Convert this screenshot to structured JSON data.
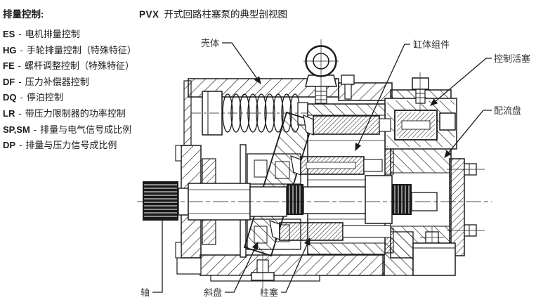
{
  "page": {
    "background": "#ffffff",
    "ink": "#1a1a1a",
    "label_color": "#333333"
  },
  "sidebar": {
    "title": "排量控制:",
    "separator": "-",
    "items": [
      {
        "code": "ES",
        "label": "电机排量控制"
      },
      {
        "code": "HG",
        "label": "手轮排量控制（特殊特征）"
      },
      {
        "code": "FE",
        "label": "螺杆调整控制（特殊特征）"
      },
      {
        "code": "DF",
        "label": "压力补偿器控制"
      },
      {
        "code": "DQ",
        "label": "停泊控制"
      },
      {
        "code": "LR",
        "label": "带压力限制器的功率控制"
      },
      {
        "code": "SP,SM",
        "label": "排量与电气信号成比例"
      },
      {
        "code": "DP",
        "label": "排量与压力信号成比例"
      }
    ]
  },
  "header": {
    "model_code": "PVX",
    "title": "开式回路柱塞泵的典型剖视图"
  },
  "callouts": {
    "housing": "壳体",
    "cylinder_assembly": "缸体组件",
    "control_piston": "控制活塞",
    "valve_plate": "配流盘",
    "shaft": "轴",
    "swash_plate": "斜盘",
    "piston": "柱塞"
  }
}
